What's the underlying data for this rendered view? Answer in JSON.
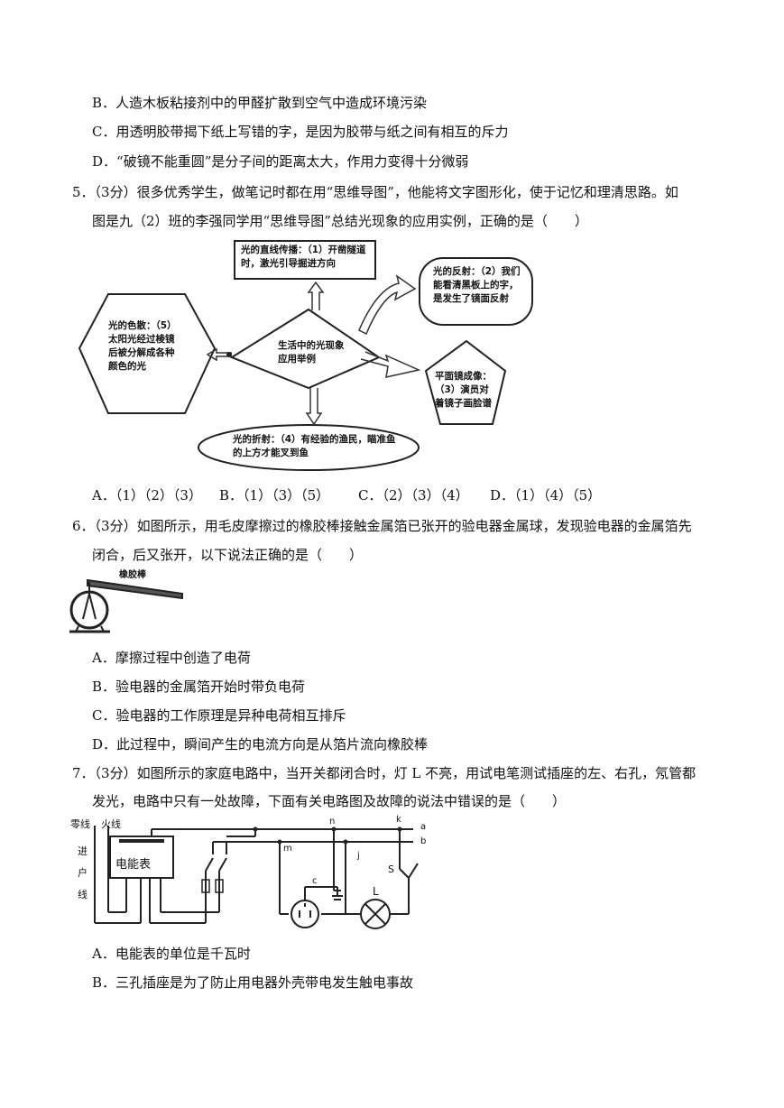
{
  "q4_options": {
    "B": "B．人造木板粘接剂中的甲醛扩散到空气中造成环境污染",
    "C": "C．用透明胶带揭下纸上写错的字，是因为胶带与纸之间有相互的斥力",
    "D": "D．“破镜不能重圆”是分子间的距离太大，作用力变得十分微弱"
  },
  "q5": {
    "line1": "5．（3分）很多优秀学生，做笔记时都在用“思维导图”，他能将文字图形化，使于记忆和理清思路。如",
    "line2": "图是九（2）班的李强同学用“思维导图”总结光现象的应用实例，正确的是（　　）",
    "mindmap": {
      "center": "生活中的光现象应用举例",
      "top": "光的直线传播：（1）开凿隧道时，激光引导掘进方向",
      "right_top": "光的反射：（2）我们能看清黑板上的字，是发生了镜面反射",
      "left": "光的色散：（5）太阳光经过棱镜后被分解成各种颜色的光",
      "right": "平面镜成像：（3）演员对着镜子画脸谱",
      "bottom": "光的折射：（4）有经验的渔民，瞄准鱼的上方才能叉到鱼"
    },
    "options": {
      "A": "A．（1）（2）（3）",
      "B": "B．（1）（3）（5）",
      "C": "C．（2）（3）（4）",
      "D": "D．（1）（4）（5）"
    }
  },
  "q6": {
    "line1": "6．（3分）如图所示，用毛皮摩擦过的橡胶棒接触金属箔已张开的验电器金属球，发现验电器的金属箔先",
    "line2": "闭合，后又张开，以下说法正确的是（　　）",
    "figure_label": "橡胶棒",
    "options": {
      "A": "A．摩擦过程中创造了电荷",
      "B": "B．验电器的金属箔开始时带负电荷",
      "C": "C．验电器的工作原理是异种电荷相互排斥",
      "D": "D．此过程中，瞬间产生的电流方向是从箔片流向橡胶棒"
    }
  },
  "q7": {
    "line1": "7．（3分）如图所示的家庭电路中，当开关都闭合时，灯 L 不亮，用试电笔测试插座的左、右孔，氖管都",
    "line2": "发光，电路中只有一处故障，下面有关电路图及故障的说法中错误的是（　　）",
    "circuit": {
      "neutral": "零线",
      "live": "火线",
      "entry1": "进",
      "entry2": "户",
      "entry3": "线",
      "meter": "电能表",
      "n": "n",
      "k": "k",
      "a": "a",
      "b": "b",
      "m": "m",
      "j": "j",
      "c": "c",
      "L": "L",
      "S": "S"
    },
    "options": {
      "A": "A．电能表的单位是千瓦时",
      "B": "B．三孔插座是为了防止用电器外壳带电发生触电事故"
    }
  }
}
